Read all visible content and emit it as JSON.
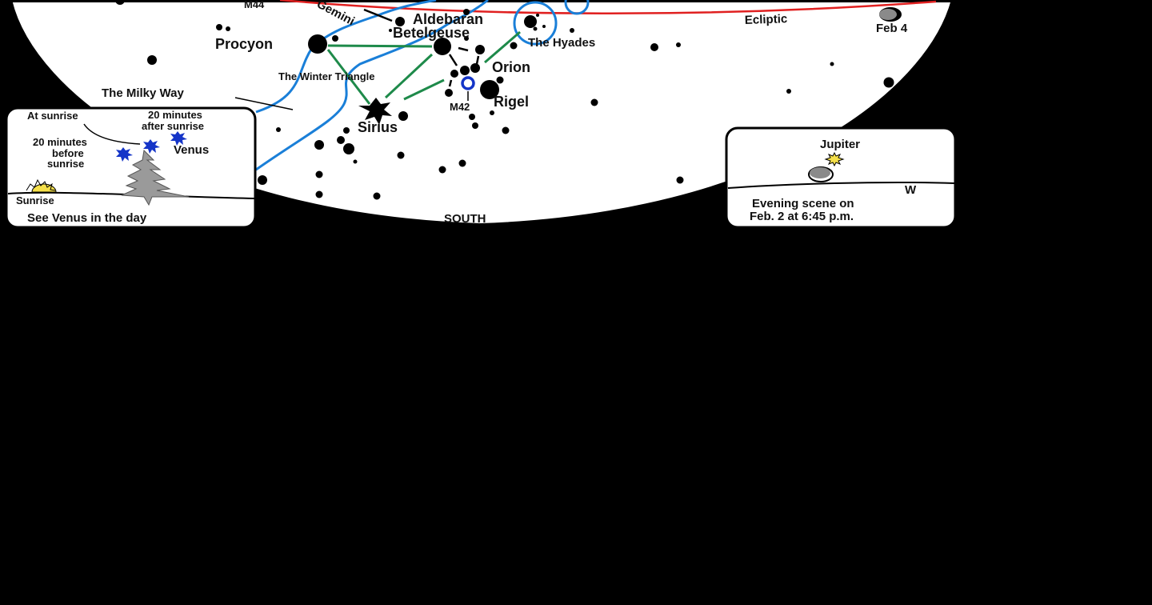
{
  "chart": {
    "labels": {
      "m44": "M44",
      "gemini": "Gemini",
      "aldebaran": "Aldebaran",
      "betelgeuse": "Betelgeuse",
      "hyades": "The Hyades",
      "ecliptic": "Ecliptic",
      "feb4": "Feb 4",
      "procyon": "Procyon",
      "orion": "Orion",
      "winter_triangle": "The Winter Triangle",
      "m42": "M42",
      "rigel": "Rigel",
      "milky_way": "The Milky Way",
      "sirius": "Sirius",
      "south": "SOUTH"
    },
    "venus_inset": {
      "at_sunrise": "At sunrise",
      "after_line1": "20 minutes",
      "after_line2": "after sunrise",
      "before_line1": "20 minutes",
      "before_line2": "before",
      "before_line3": "sunrise",
      "venus": "Venus",
      "sunrise": "Sunrise",
      "caption": "See Venus in the day"
    },
    "evening_inset": {
      "jupiter": "Jupiter",
      "west": "W",
      "caption_line1": "Evening scene on",
      "caption_line2": "Feb. 2 at 6:45 p.m."
    },
    "colors": {
      "background": "#000000",
      "sky": "#ffffff",
      "ecliptic": "#e02020",
      "milky_way": "#1a7fd8",
      "triangle": "#1e8a4a",
      "venus": "#1535c8",
      "sun": "#f5e04a",
      "moon": "#8a8a8a",
      "tree": "#9a9a9a"
    }
  }
}
